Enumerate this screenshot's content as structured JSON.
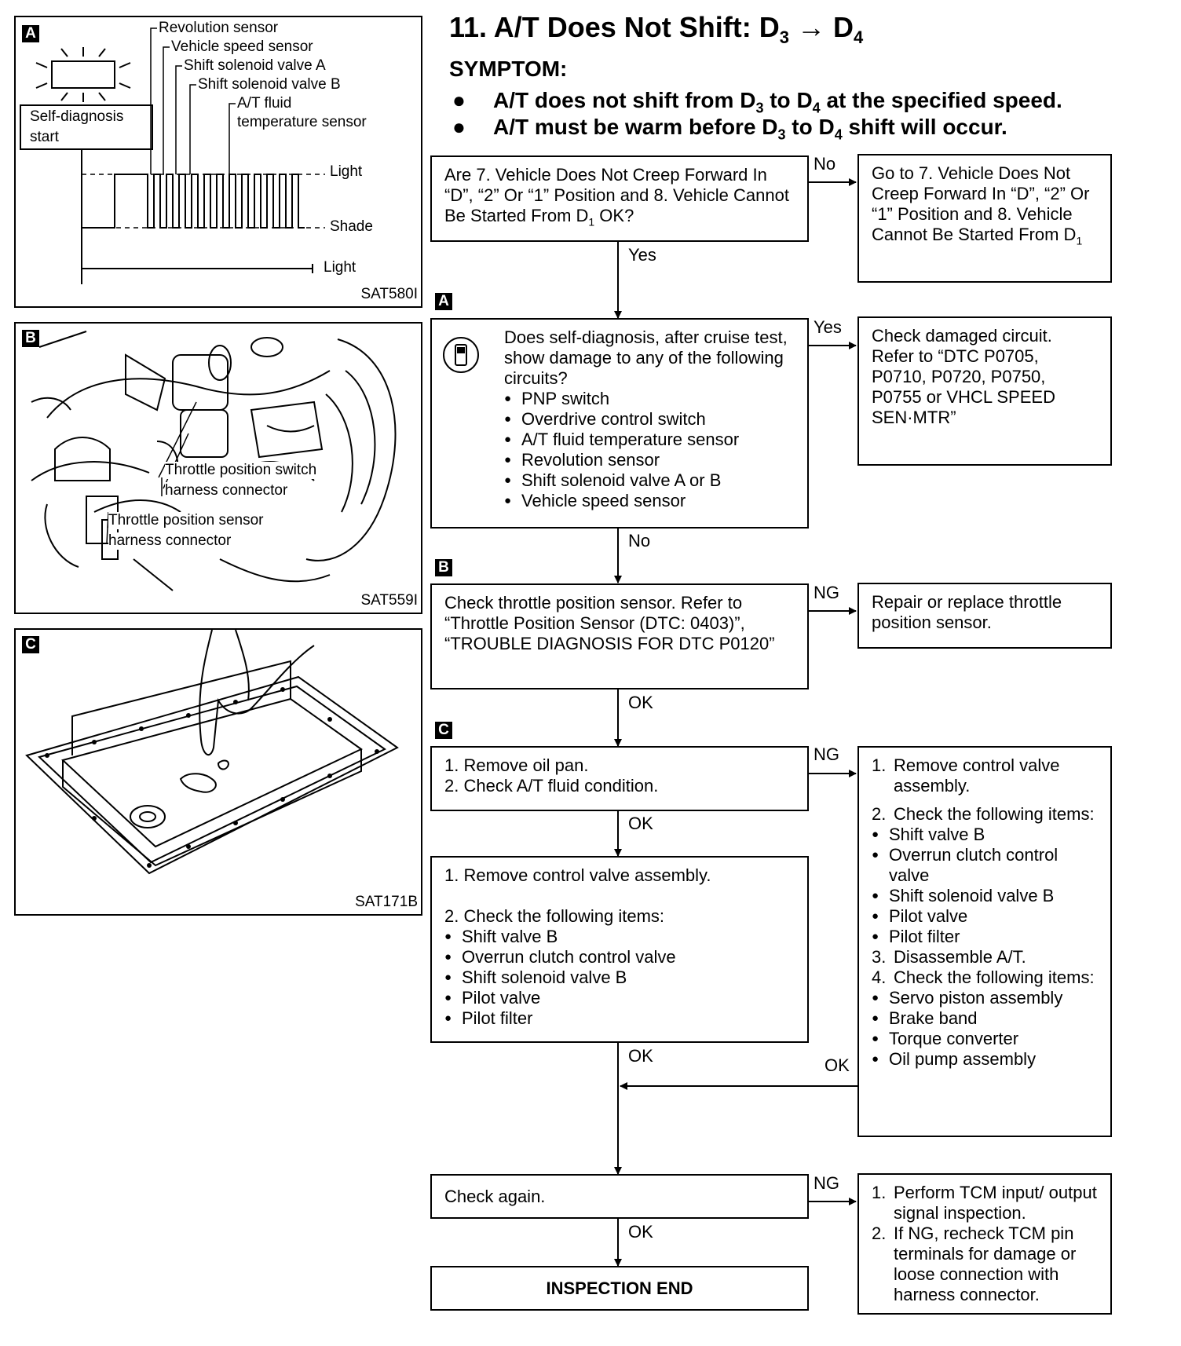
{
  "title": {
    "pre": "11. A/T Does Not Shift: D",
    "sub1": "3",
    "arrow": "→",
    "mid": " D",
    "sub2": "4"
  },
  "symptom": {
    "label": "SYMPTOM:",
    "b1": {
      "t1": "A/T does not shift from D",
      "s1": "3",
      "t2": " to D",
      "s2": "4",
      "t3": " at the specified speed."
    },
    "b2": {
      "t1": "A/T must be warm before D",
      "s1": "3",
      "t2": " to D",
      "s2": "4",
      "t3": " shift will occur."
    }
  },
  "panels": {
    "a": {
      "tag": "A",
      "ref": "SAT580I",
      "start_label": "Self-diagnosis start",
      "labels": [
        "Revolution sensor",
        "Vehicle speed sensor",
        "Shift solenoid valve A",
        "Shift solenoid valve B",
        "A/T fluid",
        "temperature sensor"
      ],
      "light": "Light",
      "shade": "Shade",
      "light2": "Light"
    },
    "b": {
      "tag": "B",
      "ref": "SAT559I",
      "labels": [
        "Throttle position switch",
        "harness connector",
        "Throttle position sensor",
        "harness connector"
      ]
    },
    "c": {
      "tag": "C",
      "ref": "SAT171B"
    }
  },
  "flow": {
    "q1": {
      "text": "Are 7. Vehicle Does Not Creep Forward In “D”, “2” Or “1” Position and 8. Vehicle Cannot Be Started From D",
      "sub": "1",
      "tail": " OK?"
    },
    "q1_no": {
      "text": "Go to 7. Vehicle Does Not Creep Forward In “D”, “2” Or “1” Position and 8. Vehicle Cannot Be Started From D",
      "sub": "1"
    },
    "q2": {
      "tag": "A",
      "text": "Does self-diagnosis, after cruise test, show damage to any of the following circuits?",
      "items": [
        "PNP switch",
        "Overdrive control switch",
        "A/T fluid temperature sensor",
        "Revolution sensor",
        "Shift solenoid valve A or B",
        "Vehicle speed sensor"
      ]
    },
    "q2_yes": "Check damaged circuit. Refer to “DTC P0705, P0710, P0720, P0750, P0755 or VHCL SPEED SEN·MTR”",
    "q3": {
      "tag": "B",
      "text": "Check throttle position sensor. Refer to “Throttle Position Sensor (DTC: 0403)”, “TROUBLE DIAGNOSIS FOR DTC P0120”"
    },
    "q3_ng": "Repair or replace throttle position sensor.",
    "q4": {
      "tag": "C",
      "items": [
        "1. Remove oil pan.",
        "2. Check A/T fluid condition."
      ]
    },
    "q4_ng": {
      "s1n": "1.",
      "s1": "Remove control valve assembly.",
      "s2n": "2.",
      "s2": "Check the following items:",
      "bul1": [
        "Shift valve B",
        "Overrun clutch control valve",
        "Shift solenoid valve B",
        "Pilot valve",
        "Pilot filter"
      ],
      "s3n": "3.",
      "s3": "Disassemble A/T.",
      "s4n": "4.",
      "s4": "Check the following items:",
      "bul2": [
        "Servo piston assembly",
        "Brake band",
        "Torque converter",
        "Oil pump assembly"
      ]
    },
    "q5": {
      "s1": "1. Remove control valve assembly.",
      "s2": "2. Check the following items:",
      "items": [
        "Shift valve B",
        "Overrun clutch control valve",
        "Shift solenoid valve B",
        "Pilot valve",
        "Pilot filter"
      ]
    },
    "q6": "Check again.",
    "q6_ng": {
      "s1n": "1.",
      "s1": "Perform TCM input/ output signal inspection.",
      "s2n": "2.",
      "s2": "If NG, recheck TCM pin terminals for damage or loose connection with harness connector."
    },
    "end": "INSPECTION END",
    "arrows": {
      "no": "No",
      "yes": "Yes",
      "yes2": "Yes",
      "no2": "No",
      "ng1": "NG",
      "ok1": "OK",
      "ng2": "NG",
      "ok2": "OK",
      "ok3": "OK",
      "ok4": "OK",
      "ng3": "NG",
      "ok5": "OK"
    }
  }
}
